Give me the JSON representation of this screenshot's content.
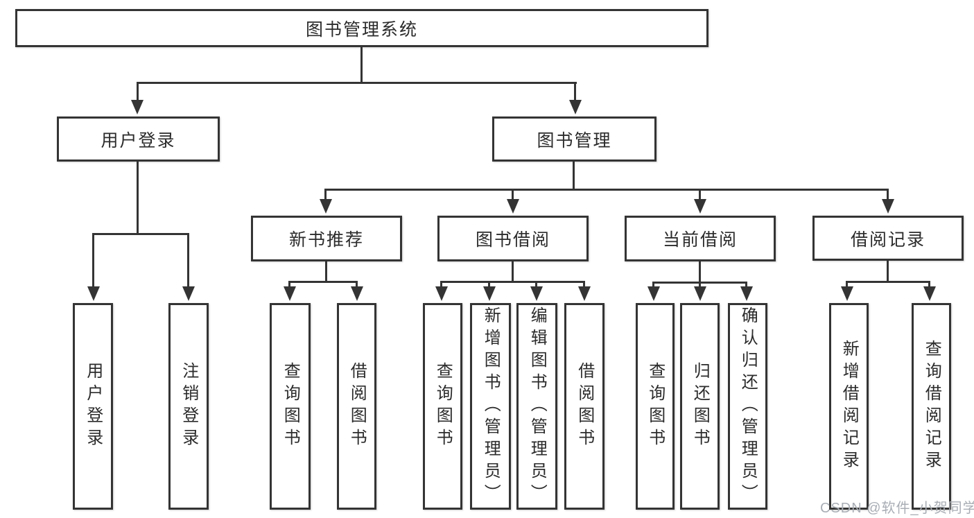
{
  "diagram": {
    "root": {
      "label": "图书管理系统"
    },
    "branches": [
      {
        "label": "用户登录",
        "children": [
          {
            "label": "用户登录"
          },
          {
            "label": "注销登录"
          }
        ]
      },
      {
        "label": "图书管理",
        "children": [
          {
            "label": "新书推荐",
            "children": [
              {
                "label": "查询图书"
              },
              {
                "label": "借阅图书"
              }
            ]
          },
          {
            "label": "图书借阅",
            "children": [
              {
                "label": "查询图书"
              },
              {
                "label": "新增图书（管理员）"
              },
              {
                "label": "编辑图书（管理员）"
              },
              {
                "label": "借阅图书"
              }
            ]
          },
          {
            "label": "当前借阅",
            "children": [
              {
                "label": "查询图书"
              },
              {
                "label": "归还图书"
              },
              {
                "label": "确认归还（管理员）"
              }
            ]
          },
          {
            "label": "借阅记录",
            "children": [
              {
                "label": "新增借阅记录"
              },
              {
                "label": "查询借阅记录"
              }
            ]
          }
        ]
      }
    ]
  },
  "watermark": {
    "text": "CSDN @软件_小贺同学"
  },
  "colors": {
    "line": "#343434",
    "text": "#2b2b2b",
    "watermark": "#a9aeb5",
    "background": "#ffffff"
  }
}
